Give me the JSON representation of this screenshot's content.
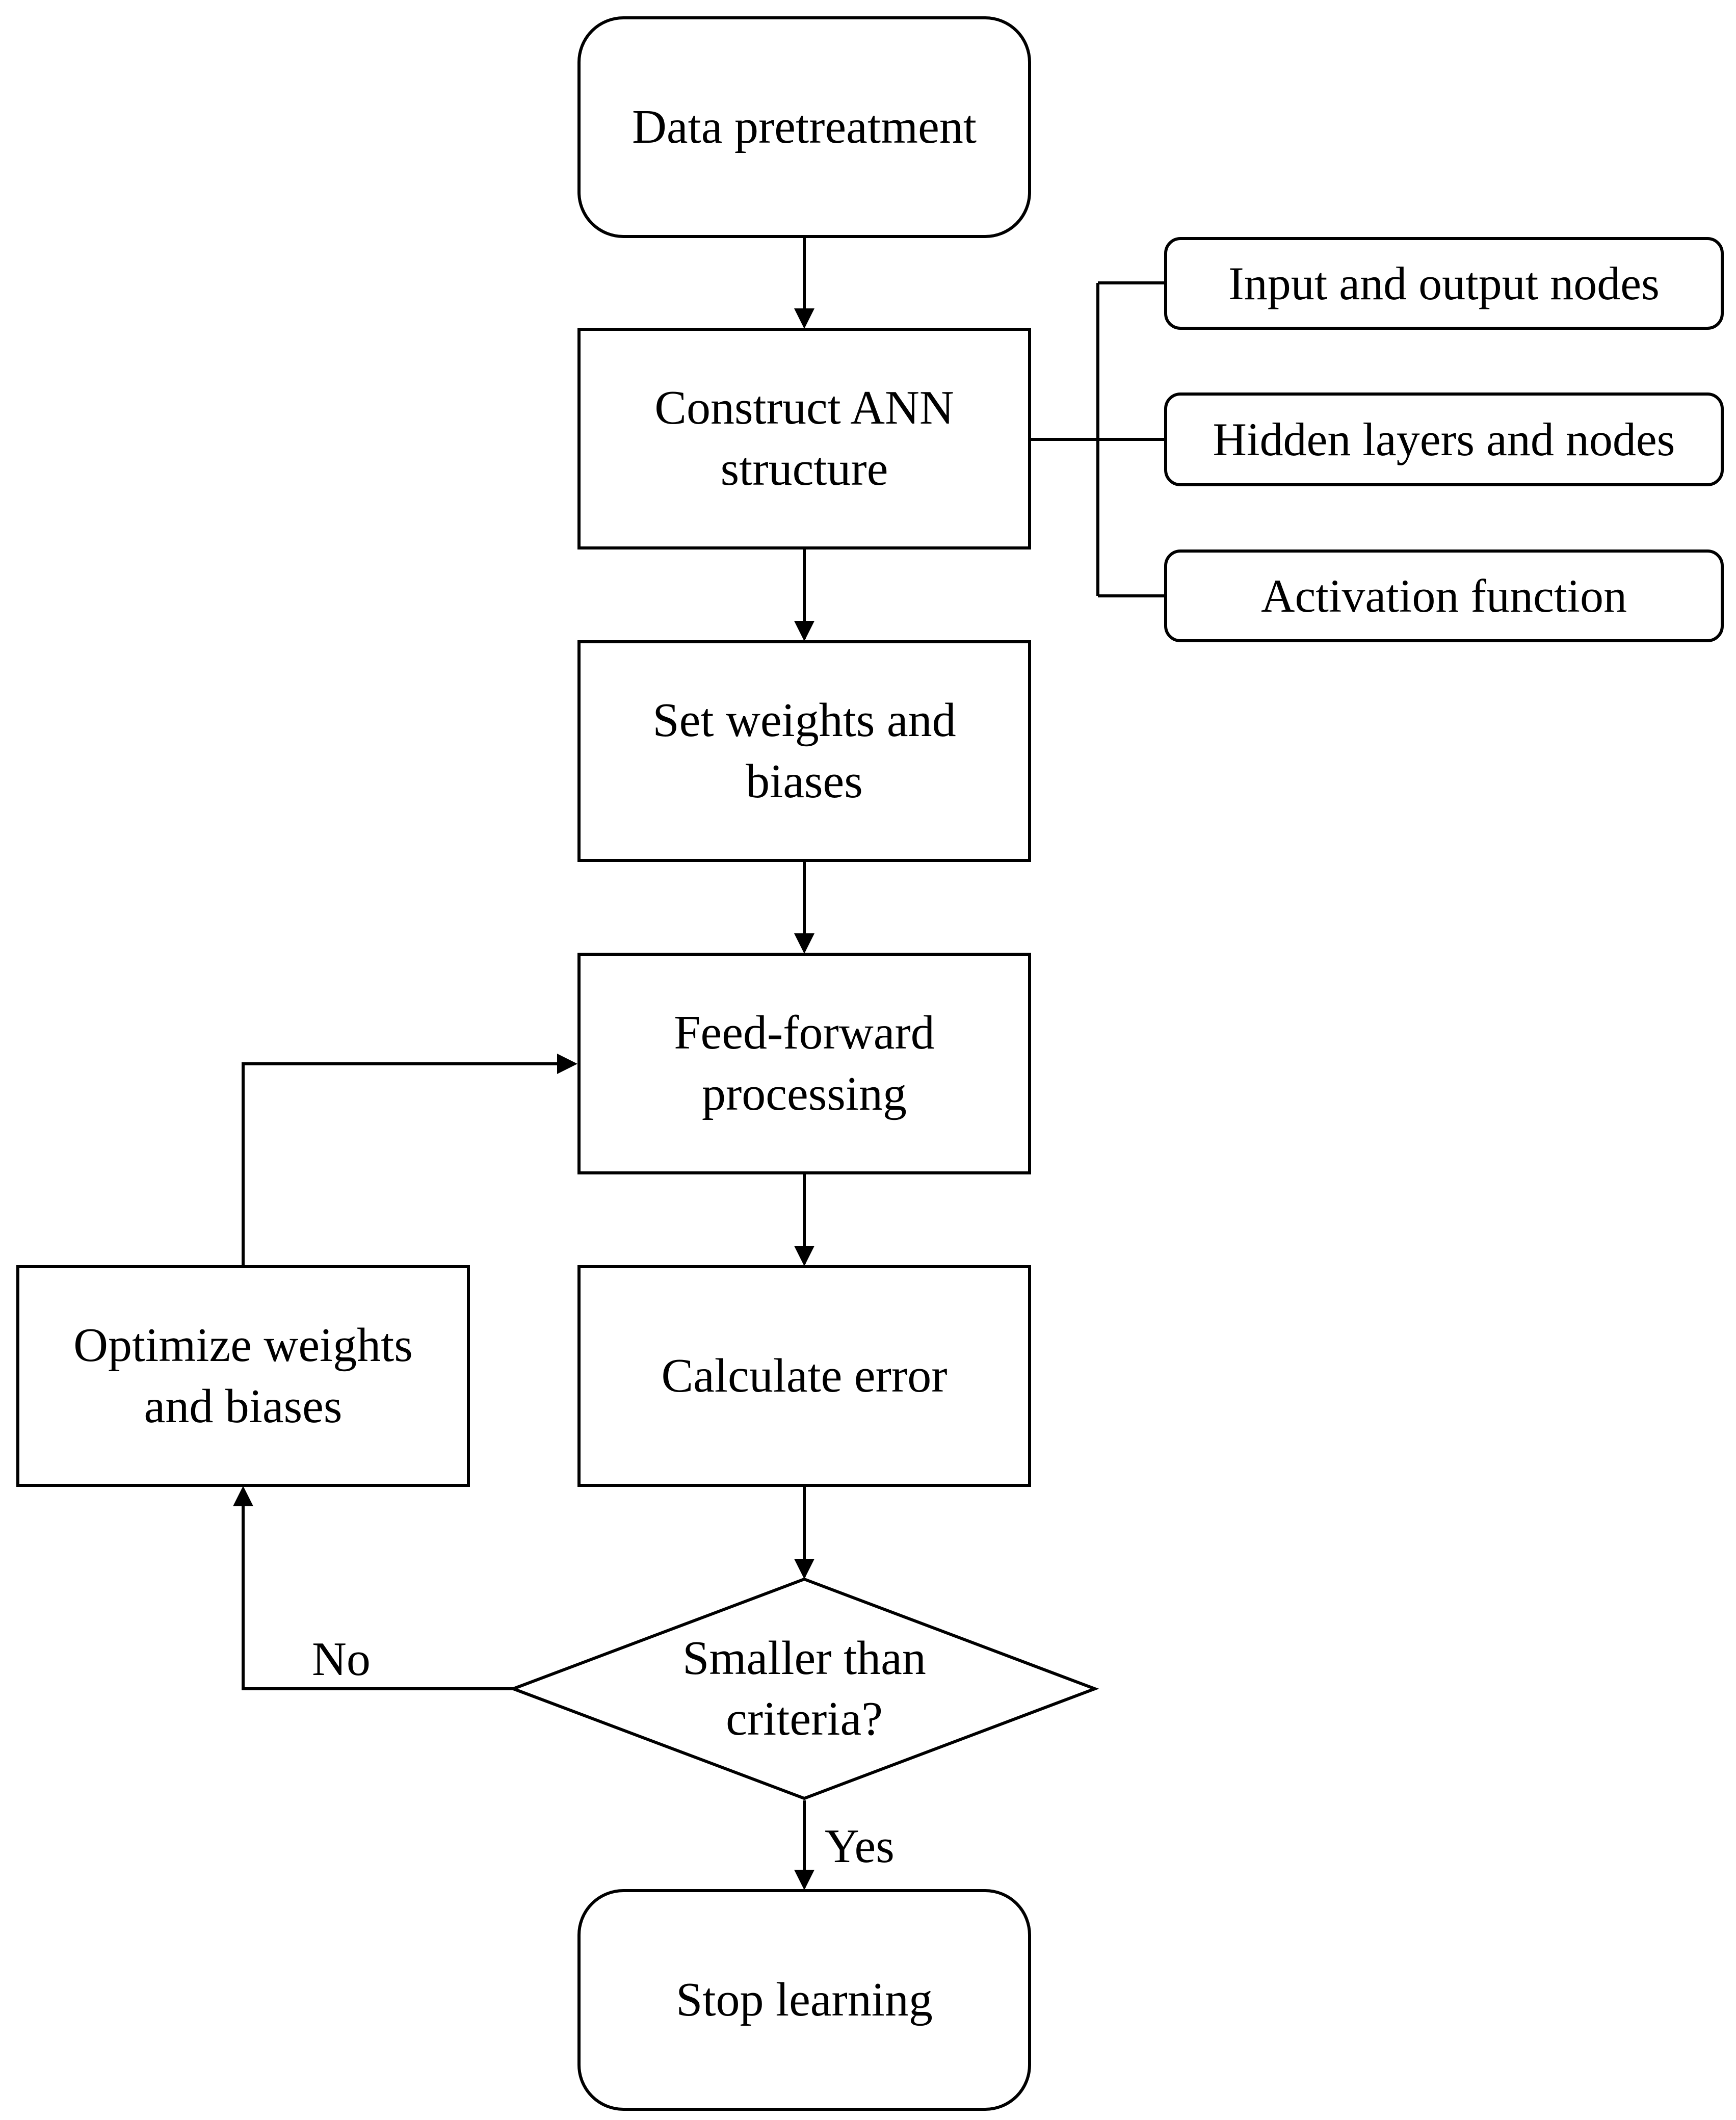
{
  "flowchart": {
    "start": "Data pretreatment",
    "construct": [
      "Construct ANN",
      "structure"
    ],
    "structure_params": [
      "Input and output nodes",
      "Hidden layers and nodes",
      "Activation function"
    ],
    "set_weights": [
      "Set weights and",
      "biases"
    ],
    "feed_forward": [
      "Feed-forward",
      "processing"
    ],
    "calculate_error": "Calculate error",
    "decision": [
      "Smaller than",
      "criteria?"
    ],
    "optimize": [
      "Optimize weights",
      "and biases"
    ],
    "end": "Stop learning",
    "edge_no": "No",
    "edge_yes": "Yes"
  }
}
